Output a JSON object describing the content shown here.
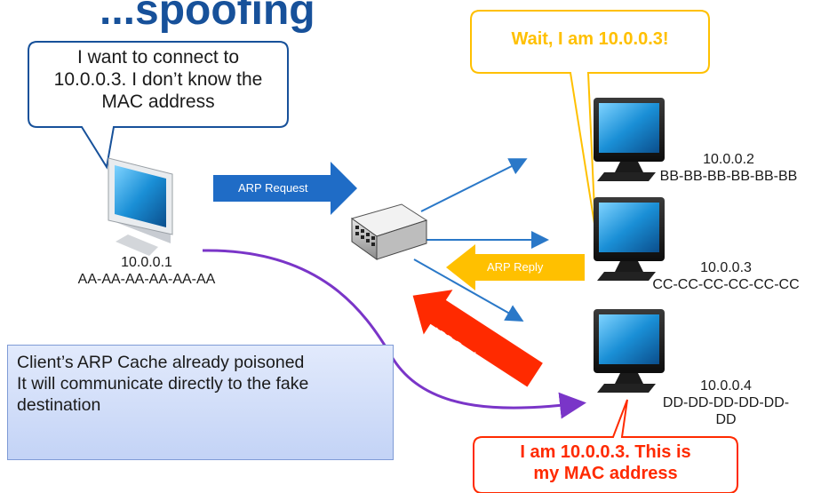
{
  "title": "...spoofing",
  "callouts": {
    "client": [
      "I want to connect to",
      "10.0.0.3. I don’t know the",
      "MAC address"
    ],
    "victim": "Wait, I am 10.0.0.3!",
    "attacker": [
      "I am 10.0.0.3. This is",
      "my MAC address"
    ]
  },
  "hosts": {
    "client": {
      "ip": "10.0.0.1",
      "mac": "AA-AA-AA-AA-AA-AA"
    },
    "host2": {
      "ip": "10.0.0.2",
      "mac": "BB-BB-BB-BB-BB-BB"
    },
    "host3": {
      "ip": "10.0.0.3",
      "mac": "CC-CC-CC-CC-CC-CC"
    },
    "host4": {
      "ip": "10.0.0.4",
      "mac": [
        "DD-DD-DD-DD-DD-",
        "DD"
      ]
    }
  },
  "arrows": {
    "request": "ARP Request",
    "reply": "ARP Reply",
    "fake_reply": "ARP Reply"
  },
  "note": [
    "Client’s ARP Cache already poisoned",
    "It will communicate directly to the fake",
    "destination"
  ],
  "colors": {
    "title": "#17519a",
    "blue_arrow": "#1f6cc6",
    "yellow": "#ffc000",
    "red": "#ff2a00",
    "purple": "#7a35c8",
    "link": "#2a78c8"
  }
}
